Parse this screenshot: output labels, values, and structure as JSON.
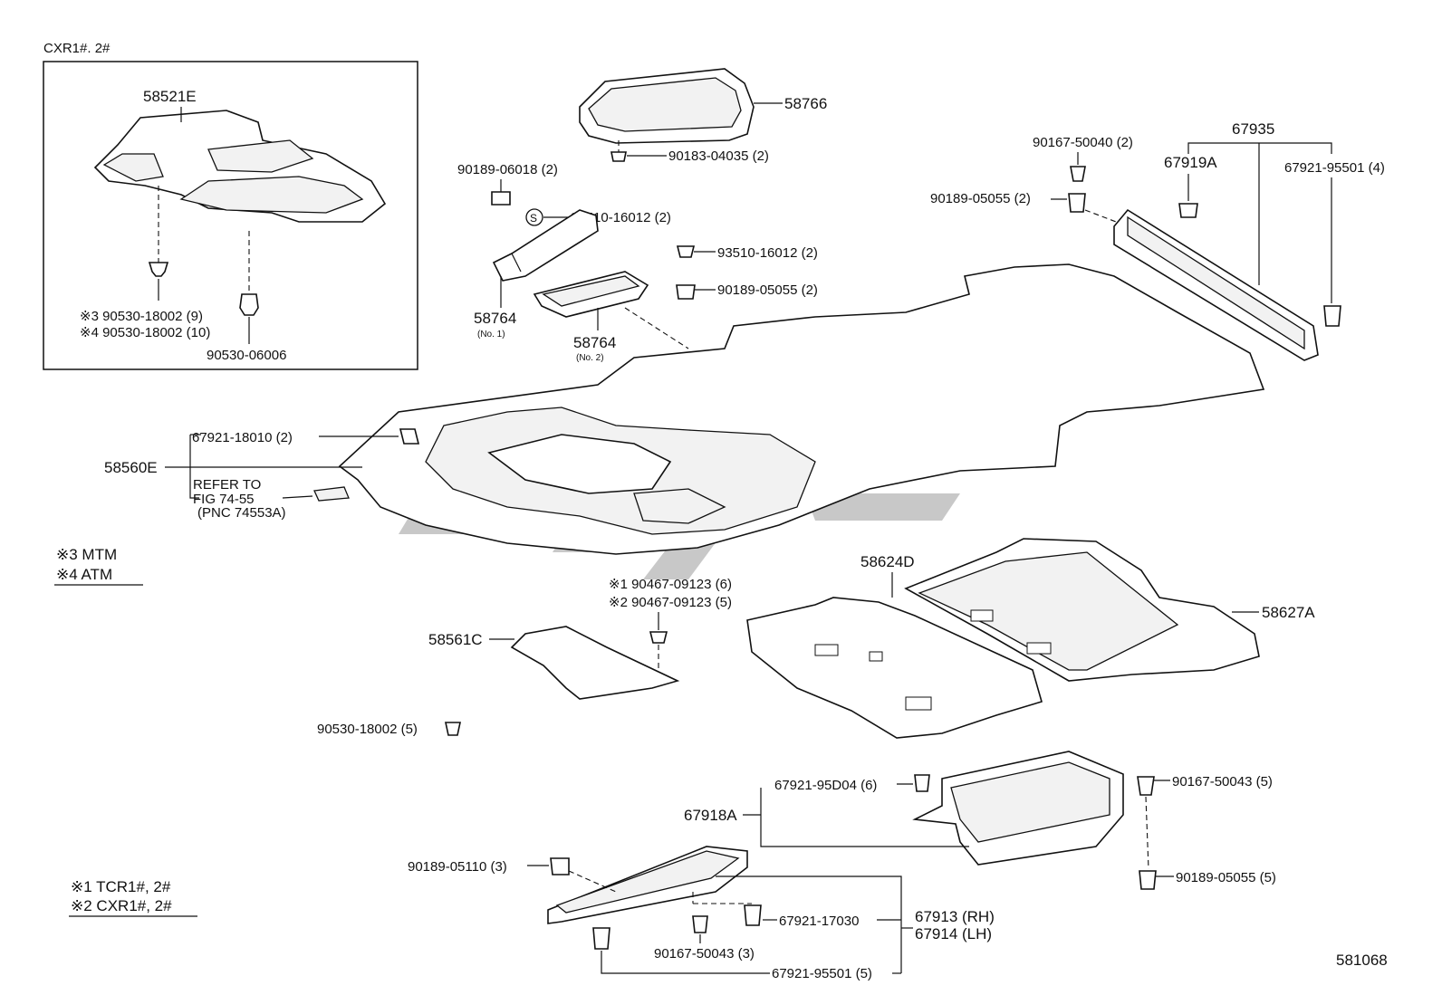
{
  "inset": {
    "title": "CXR1#. 2#"
  },
  "legend_mtm_atm": {
    "m3": "※3 MTM",
    "m4": "※4 ATM"
  },
  "legend_models": {
    "m1": "※1 TCR1#, 2#",
    "m2": "※2 CXR1#, 2#"
  },
  "figure_id": "581068",
  "labels": {
    "l58521E": "58521E",
    "l90530_18002_9": "※3 90530-18002 (9)",
    "l90530_18002_10": "※4 90530-18002 (10)",
    "l90530_06006": "90530-06006",
    "l58766": "58766",
    "l90183_04035": "90183-04035 (2)",
    "l90189_06018": "90189-06018 (2)",
    "l93510_16012_a": "93510-16012 (2)",
    "l93510_16012_b": "93510-16012 (2)",
    "l90189_05055_a": "90189-05055 (2)",
    "l58764_1": "58764",
    "l58764_1_sub": "(No. 1)",
    "l58764_2": "58764",
    "l58764_2_sub": "(No. 2)",
    "l67935": "67935",
    "l90167_50040": "90167-50040 (2)",
    "l67919A": "67919A",
    "l67921_95501_4": "67921-95501 (4)",
    "l90189_05055_b": "90189-05055 (2)",
    "l67921_18010": "67921-18010 (2)",
    "l58560E": "58560E",
    "refer1": "REFER TO",
    "refer2": "FIG 74-55",
    "refer3": "(PNC 74553A)",
    "l90467_6": "※1 90467-09123 (6)",
    "l90467_5": "※2 90467-09123 (5)",
    "l58561C": "58561C",
    "l90530_18002_5": "90530-18002 (5)",
    "l58624D": "58624D",
    "l58627A": "58627A",
    "l67921_95D04": "67921-95D04 (6)",
    "l90167_50043_5": "90167-50043 (5)",
    "l67918A": "67918A",
    "l90189_05055_5": "90189-05055 (5)",
    "l90189_05110": "90189-05110 (3)",
    "l67921_17030": "67921-17030",
    "l67913": "67913 (RH)",
    "l67914": "67914 (LH)",
    "l90167_50043_3": "90167-50043 (3)",
    "l67921_95501_5": "67921-95501 (5)"
  }
}
